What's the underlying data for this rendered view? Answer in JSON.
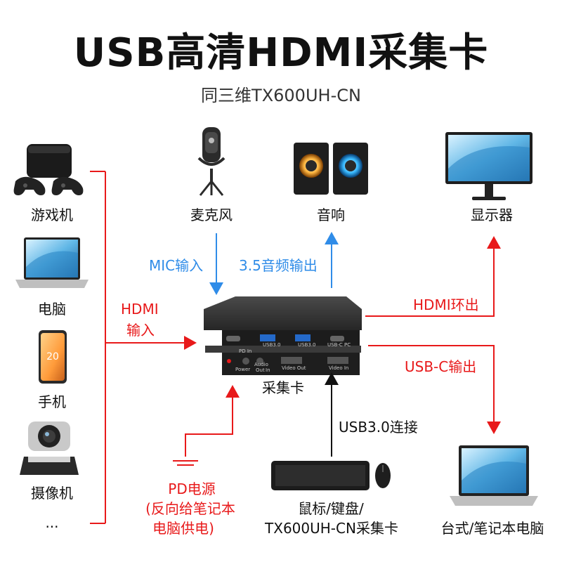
{
  "title": "USB高清HDMI采集卡",
  "subtitle": "同三维TX600UH-CN",
  "sources": {
    "game_console": "游戏机",
    "computer": "电脑",
    "phone": "手机",
    "camera": "摄像机",
    "more": "..."
  },
  "top_devices": {
    "microphone": "麦克风",
    "speaker": "音响",
    "monitor": "显示器"
  },
  "connections": {
    "mic_in": "MIC输入",
    "audio_out": "3.5音频输出",
    "hdmi_in_line1": "HDMI",
    "hdmi_in_line2": "输入",
    "hdmi_loop": "HDMI环出",
    "usbc_out": "USB-C输出",
    "usb30": "USB3.0连接"
  },
  "device": {
    "name": "采集卡",
    "port_pd_in": "PD In",
    "port_usb30_a": "USB3.0",
    "port_usb30_b": "USB3.0",
    "port_usbc_pc": "USB-C PC",
    "port_power": "Power",
    "port_audio_out": "Out",
    "port_audio_in": "In",
    "port_audio": "Audio",
    "port_video_out": "Video Out",
    "port_video_in": "Video In"
  },
  "pd_power": {
    "line1": "PD电源",
    "line2": "(反向给笔记本",
    "line3": "电脑供电)"
  },
  "peripherals": {
    "line1": "鼠标/键盘/",
    "line2": "TX600UH-CN采集卡"
  },
  "laptop_out": "台式/笔记本电脑",
  "colors": {
    "red": "#e8191a",
    "blue": "#2f8ce8",
    "device": "#2a2a2a"
  }
}
